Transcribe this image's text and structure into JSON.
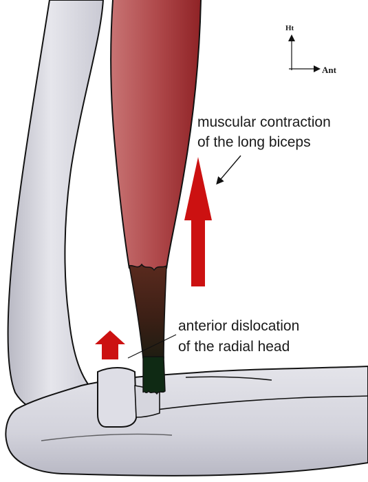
{
  "orientation": {
    "up_label": "Ht",
    "forward_label": "Ant"
  },
  "annotations": {
    "muscle": {
      "line1": "muscular contraction",
      "line2": "of the long biceps"
    },
    "dislocation": {
      "line1": "anterior dislocation",
      "line2": "of the radial head"
    }
  },
  "colors": {
    "bone_fill": "#d9d9e0",
    "bone_outline": "#111111",
    "muscle_light": "#c46a6a",
    "muscle_dark": "#9b2a2c",
    "tendon": "#3b1f14",
    "tendon_end": "#0f2a14",
    "force_arrow": "#cc1111"
  }
}
